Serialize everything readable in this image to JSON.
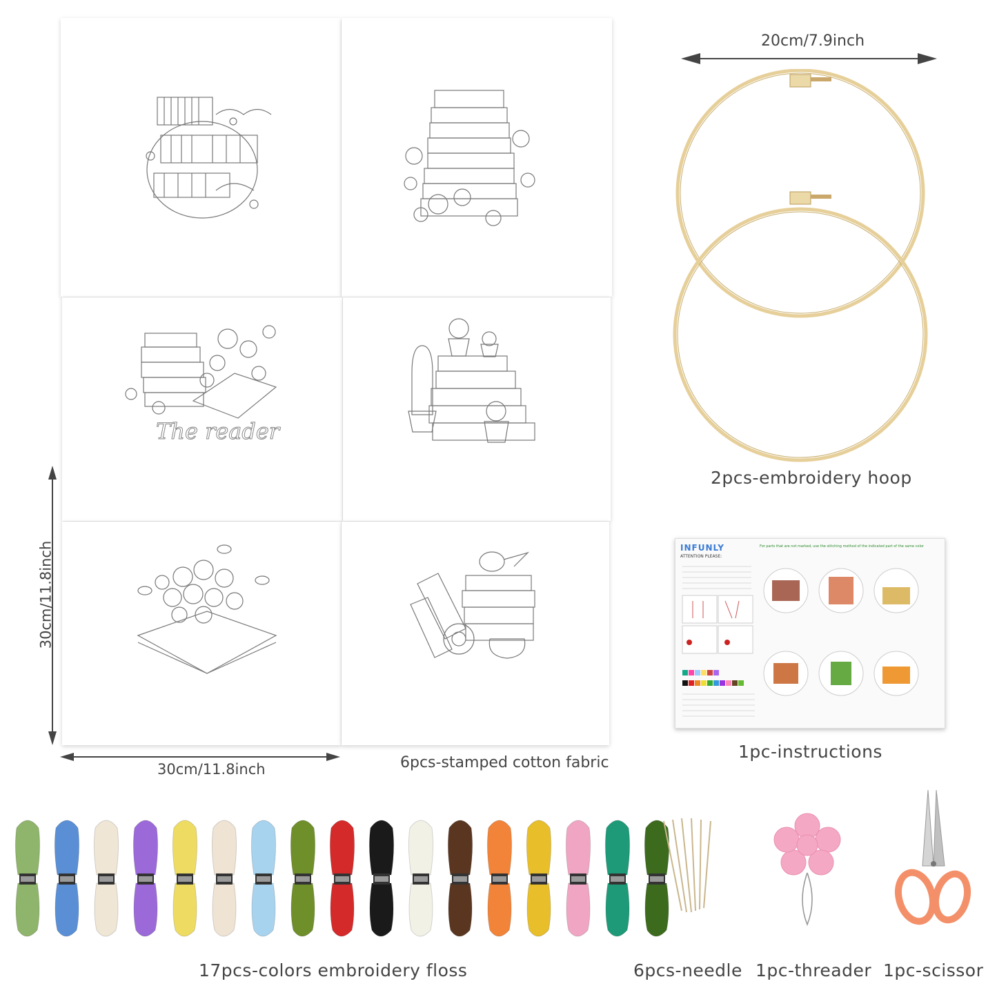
{
  "labels": {
    "hoop": "2pcs-embroidery hoop",
    "hoop_dim": "20cm/7.9inch",
    "fabric": "6pcs-stamped cotton fabric",
    "fabric_w": "30cm/11.8inch",
    "fabric_h": "30cm/11.8inch",
    "instructions": "1pc-instructions",
    "floss": "17pcs-colors embroidery floss",
    "needle": "6pcs-needle",
    "threader": "1pc-threader",
    "scissor": "1pc-scissor"
  },
  "patterns": {
    "reader_text": "The reader"
  },
  "instructions_sheet": {
    "logo": "INFUNLY",
    "attention": "ATTENTION PLEASE:",
    "header_note": "For parts that are not marked, use the stitching method of the indicated part of the same color"
  },
  "floss_colors": [
    "#8fb46b",
    "#5a8fd6",
    "#efe6d6",
    "#9b6ad8",
    "#eedc62",
    "#efe3d3",
    "#a8d3ee",
    "#6f8f2a",
    "#d42a2a",
    "#1a1a1a",
    "#f2f1e6",
    "#5a3620",
    "#f2843a",
    "#e8bf2a",
    "#f0a6c3",
    "#1e9a78",
    "#3d6b1e"
  ],
  "colors": {
    "hoop_wood": "#e6cf99",
    "scissor_handle": "#f3906a",
    "threader_pink": "#f4a8c4"
  }
}
